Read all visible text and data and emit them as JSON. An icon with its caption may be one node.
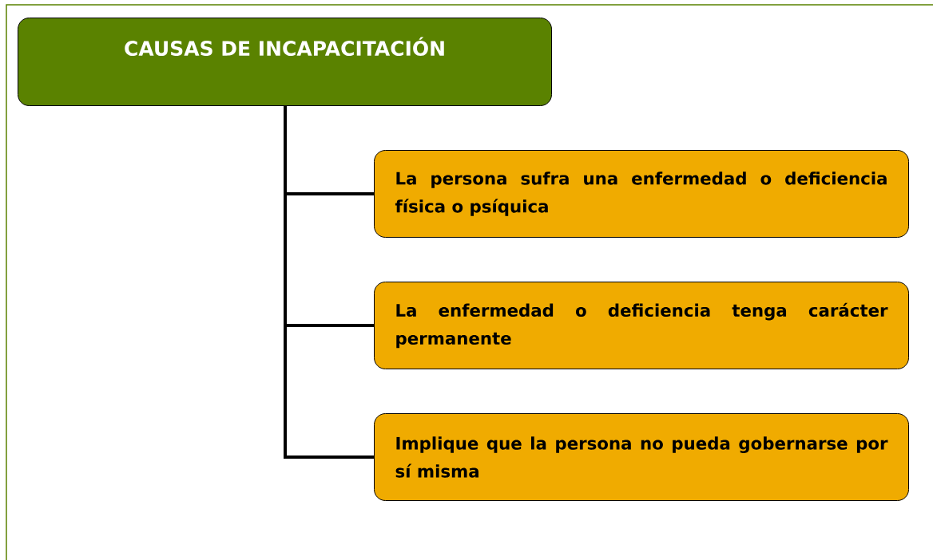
{
  "diagram": {
    "nodes": [
      {
        "text": [
          "CAUSAS DE INCAPACITACIÓN"
        ]
      },
      {
        "text": [
          "La persona sufra una enfermedad o deficiencia física o psíquica"
        ]
      },
      {
        "text": [
          "La enfermedad o deficiencia tenga carácter permanente"
        ]
      },
      {
        "text": [
          "Implique que la persona no pueda gobernarse por sí misma"
        ]
      }
    ],
    "edges": [
      {
        "from": 0,
        "to": 1,
        "arrow": "none"
      },
      {
        "from": 0,
        "to": 2,
        "arrow": "none"
      },
      {
        "from": 0,
        "to": 3,
        "arrow": "none"
      }
    ]
  }
}
